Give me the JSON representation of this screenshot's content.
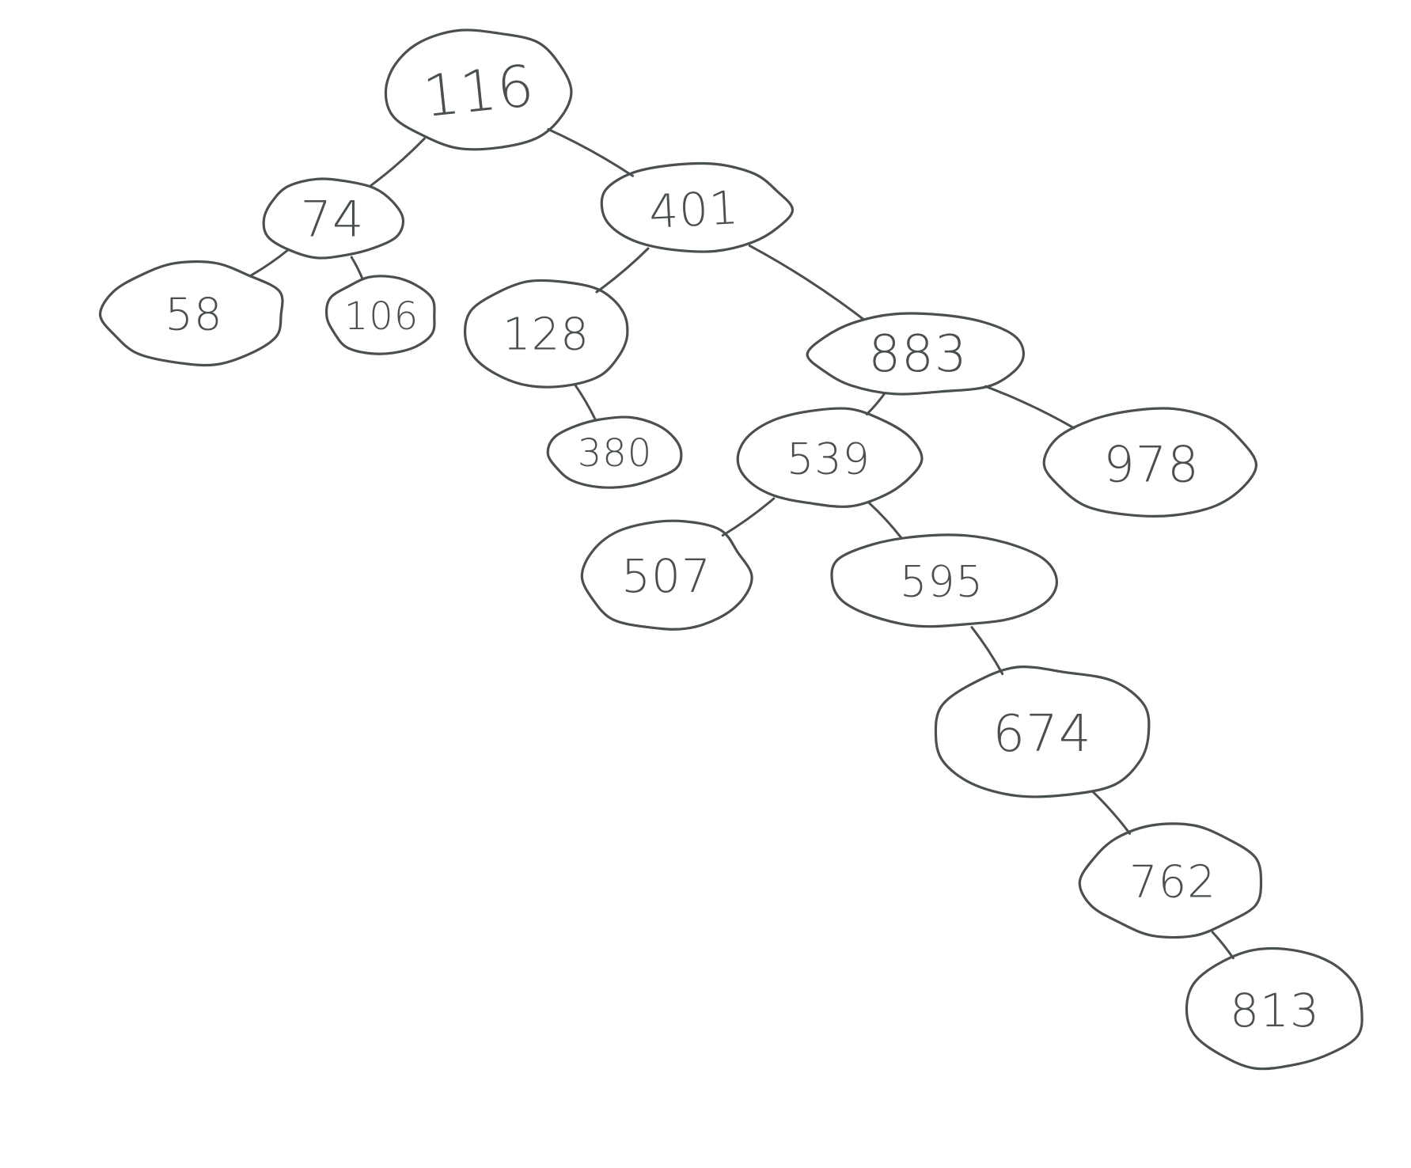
{
  "diagram": {
    "type": "binary-search-tree",
    "nodes": [
      {
        "id": "n116",
        "label": "116"
      },
      {
        "id": "n74",
        "label": "74"
      },
      {
        "id": "n401",
        "label": "401"
      },
      {
        "id": "n58",
        "label": "58"
      },
      {
        "id": "n106",
        "label": "106"
      },
      {
        "id": "n128",
        "label": "128"
      },
      {
        "id": "n883",
        "label": "883"
      },
      {
        "id": "n380",
        "label": "380"
      },
      {
        "id": "n539",
        "label": "539"
      },
      {
        "id": "n978",
        "label": "978"
      },
      {
        "id": "n507",
        "label": "507"
      },
      {
        "id": "n595",
        "label": "595"
      },
      {
        "id": "n674",
        "label": "674"
      },
      {
        "id": "n762",
        "label": "762"
      },
      {
        "id": "n813",
        "label": "813"
      }
    ],
    "edges": [
      {
        "from": "n116",
        "to": "n74"
      },
      {
        "from": "n116",
        "to": "n401"
      },
      {
        "from": "n74",
        "to": "n58"
      },
      {
        "from": "n74",
        "to": "n106"
      },
      {
        "from": "n401",
        "to": "n128"
      },
      {
        "from": "n401",
        "to": "n883"
      },
      {
        "from": "n128",
        "to": "n380"
      },
      {
        "from": "n883",
        "to": "n539"
      },
      {
        "from": "n883",
        "to": "n978"
      },
      {
        "from": "n539",
        "to": "n507"
      },
      {
        "from": "n539",
        "to": "n595"
      },
      {
        "from": "n595",
        "to": "n674"
      },
      {
        "from": "n674",
        "to": "n762"
      },
      {
        "from": "n762",
        "to": "n813"
      }
    ],
    "colors": {
      "ink": "#4a4f52",
      "background": "#ffffff"
    }
  }
}
